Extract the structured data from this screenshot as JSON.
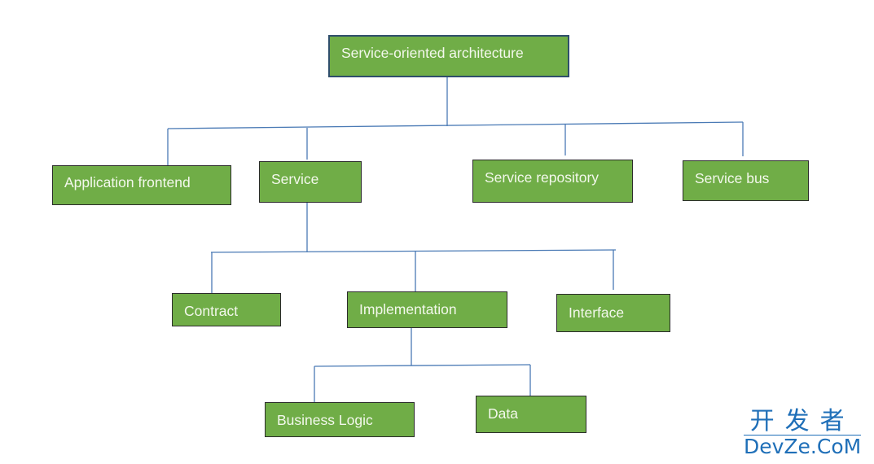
{
  "colors": {
    "box_fill": "#70ad47",
    "connector": "#4a7ab5",
    "text": "#f3f8ec",
    "watermark": "#1f6fb8"
  },
  "nodes": {
    "root": "Service-oriented architecture",
    "app_frontend": "Application frontend",
    "service": "Service",
    "service_repository": "Service repository",
    "service_bus": "Service bus",
    "contract": "Contract",
    "implementation": "Implementation",
    "interface": "Interface",
    "business_logic": "Business Logic",
    "data": "Data"
  },
  "watermark": {
    "chinese": "开发者",
    "latin": "DevZe.CoM"
  }
}
